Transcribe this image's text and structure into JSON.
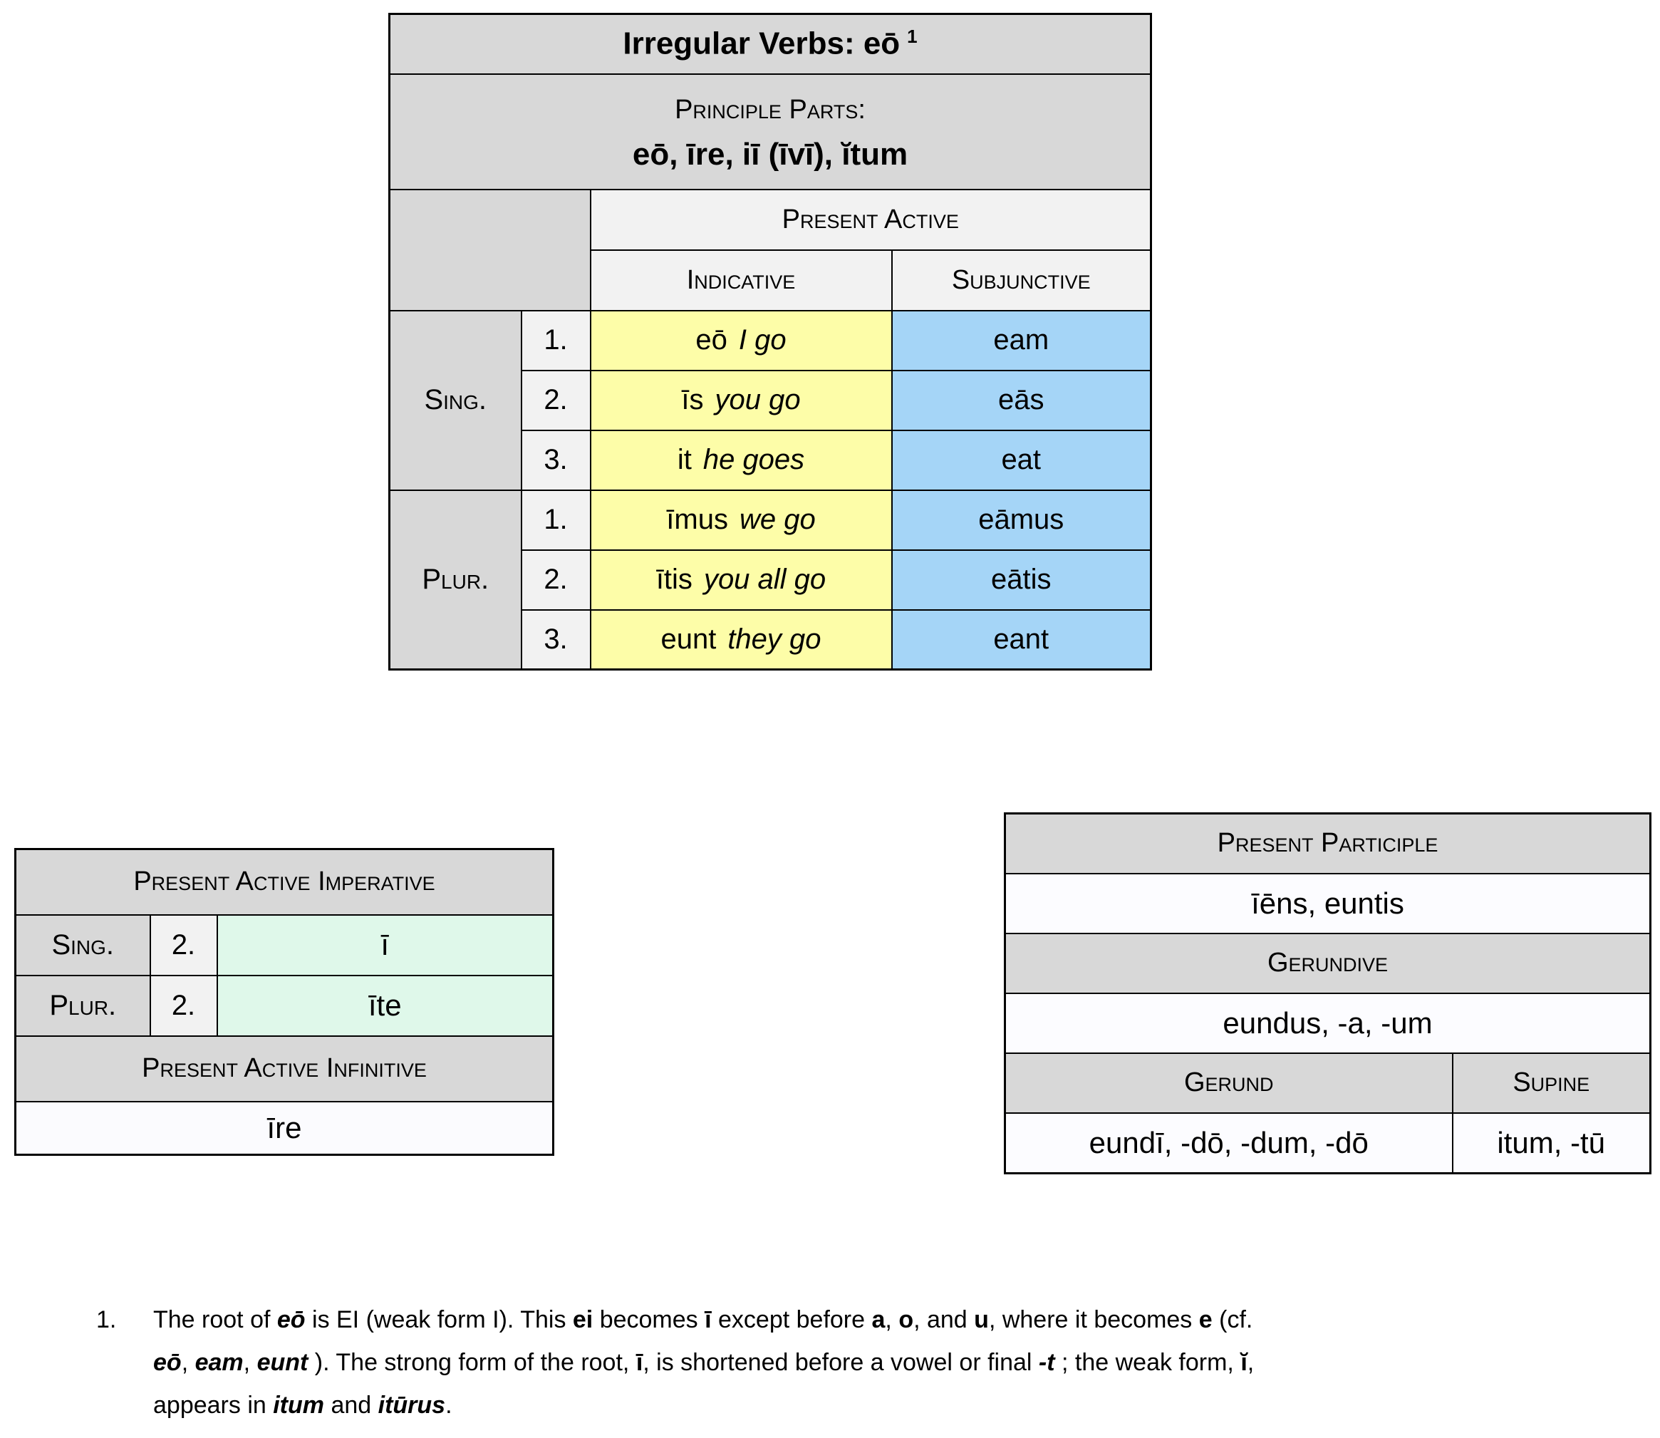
{
  "colors": {
    "header_gray": "#d8d8d8",
    "subheader_gray": "#f2f2f2",
    "indicative_yellow": "#fdfda8",
    "subjunctive_blue": "#a5d5f7",
    "imperative_green": "#dff8ea",
    "value_white": "#fcfcff"
  },
  "main_table": {
    "title": "Irregular Verbs: eō",
    "title_sup": "1",
    "principle_parts_label": "Principle Parts:",
    "principle_parts_value": "eō, īre, iī (īvī), ĭtum",
    "present_active_label": "Present Active",
    "indicative_label": "Indicative",
    "subjunctive_label": "Subjunctive",
    "sing_label": "Sing.",
    "plur_label": "Plur.",
    "rows": [
      {
        "num": "1.",
        "latin": "eō",
        "gloss": "I go",
        "subjunctive": "eam"
      },
      {
        "num": "2.",
        "latin": "īs",
        "gloss": "you go",
        "subjunctive": "eās"
      },
      {
        "num": "3.",
        "latin": "it",
        "gloss": "he goes",
        "subjunctive": "eat"
      },
      {
        "num": "1.",
        "latin": "īmus",
        "gloss": "we go",
        "subjunctive": "eāmus"
      },
      {
        "num": "2.",
        "latin": "ītis",
        "gloss": "you all go",
        "subjunctive": "eātis"
      },
      {
        "num": "3.",
        "latin": "eunt",
        "gloss": "they go",
        "subjunctive": "eant"
      }
    ]
  },
  "imperative_table": {
    "header": "Present Active Imperative",
    "rows": [
      {
        "label": "Sing.",
        "num": "2.",
        "form": "ī"
      },
      {
        "label": "Plur.",
        "num": "2.",
        "form": "īte"
      }
    ],
    "infinitive_header": "Present Active Infinitive",
    "infinitive_value": "īre"
  },
  "participle_table": {
    "participle_header": "Present Participle",
    "participle_value": "īēns, euntis",
    "gerundive_header": "Gerundive",
    "gerundive_value": "eundus, -a, -um",
    "gerund_header": "Gerund",
    "supine_header": "Supine",
    "gerund_value": "eundī, -dō, -dum, -dō",
    "supine_value": "itum, -tū"
  },
  "footnote": {
    "number": "1.",
    "segments": [
      {
        "t": "The root of "
      },
      {
        "t": "eō",
        "b": true,
        "i": true
      },
      {
        "t": " is EI (weak form I). This "
      },
      {
        "t": "ei",
        "b": true
      },
      {
        "t": " becomes "
      },
      {
        "t": "ī",
        "b": true
      },
      {
        "t": " except before "
      },
      {
        "t": "a",
        "b": true
      },
      {
        "t": ", "
      },
      {
        "t": "o",
        "b": true
      },
      {
        "t": ", and "
      },
      {
        "t": "u",
        "b": true
      },
      {
        "t": ", where it becomes "
      },
      {
        "t": "e",
        "b": true
      },
      {
        "t": " (cf."
      },
      {
        "br": true
      },
      {
        "t": "eō",
        "b": true,
        "i": true
      },
      {
        "t": ", "
      },
      {
        "t": "eam",
        "b": true,
        "i": true
      },
      {
        "t": ", "
      },
      {
        "t": "eunt",
        "b": true,
        "i": true
      },
      {
        "t": " ). The strong form of the root, "
      },
      {
        "t": "ī",
        "b": true
      },
      {
        "t": ", is shortened before a vowel or final "
      },
      {
        "t": "-t",
        "b": true,
        "i": true
      },
      {
        "t": " ; the weak form, "
      },
      {
        "t": "ĭ",
        "b": true
      },
      {
        "t": ","
      },
      {
        "br": true
      },
      {
        "t": "appears in "
      },
      {
        "t": "itum",
        "b": true,
        "i": true
      },
      {
        "t": " and "
      },
      {
        "t": "itūrus",
        "b": true,
        "i": true
      },
      {
        "t": "."
      }
    ]
  }
}
